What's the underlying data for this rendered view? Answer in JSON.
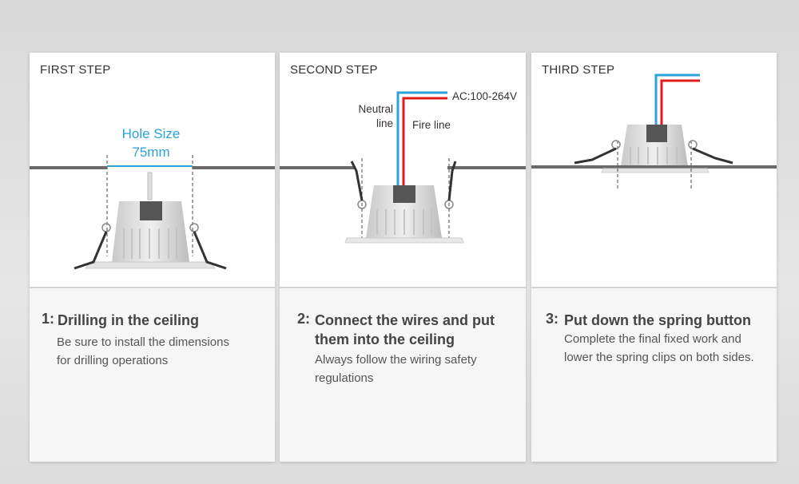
{
  "steps": [
    {
      "label": "FIRST STEP",
      "number": "1:",
      "heading": "Drilling in the ceiling",
      "description_line1": "Be sure to install the dimensions",
      "description_line2": "for drilling operations",
      "hole_size_label": "Hole Size",
      "hole_size_value": "75mm"
    },
    {
      "label": "SECOND STEP",
      "number": "2:",
      "heading_line1": "Connect the wires and put",
      "heading_line2": "them into the ceiling",
      "description_line1": "Always follow the wiring safety",
      "description_line2": "regulations",
      "voltage_label": "AC:100-264V",
      "neutral_label_line1": "Neutral",
      "neutral_label_line2": "line",
      "fire_label": "Fire line"
    },
    {
      "label": "THIRD STEP",
      "number": "3:",
      "heading": "Put down the spring button",
      "description_line1": "Complete the final fixed work and",
      "description_line2": "lower the spring clips on both sides."
    }
  ],
  "colors": {
    "accent_blue": "#2aa3d8",
    "fire_red": "#e21b1b",
    "ceiling_gray": "#6a6a6a"
  }
}
